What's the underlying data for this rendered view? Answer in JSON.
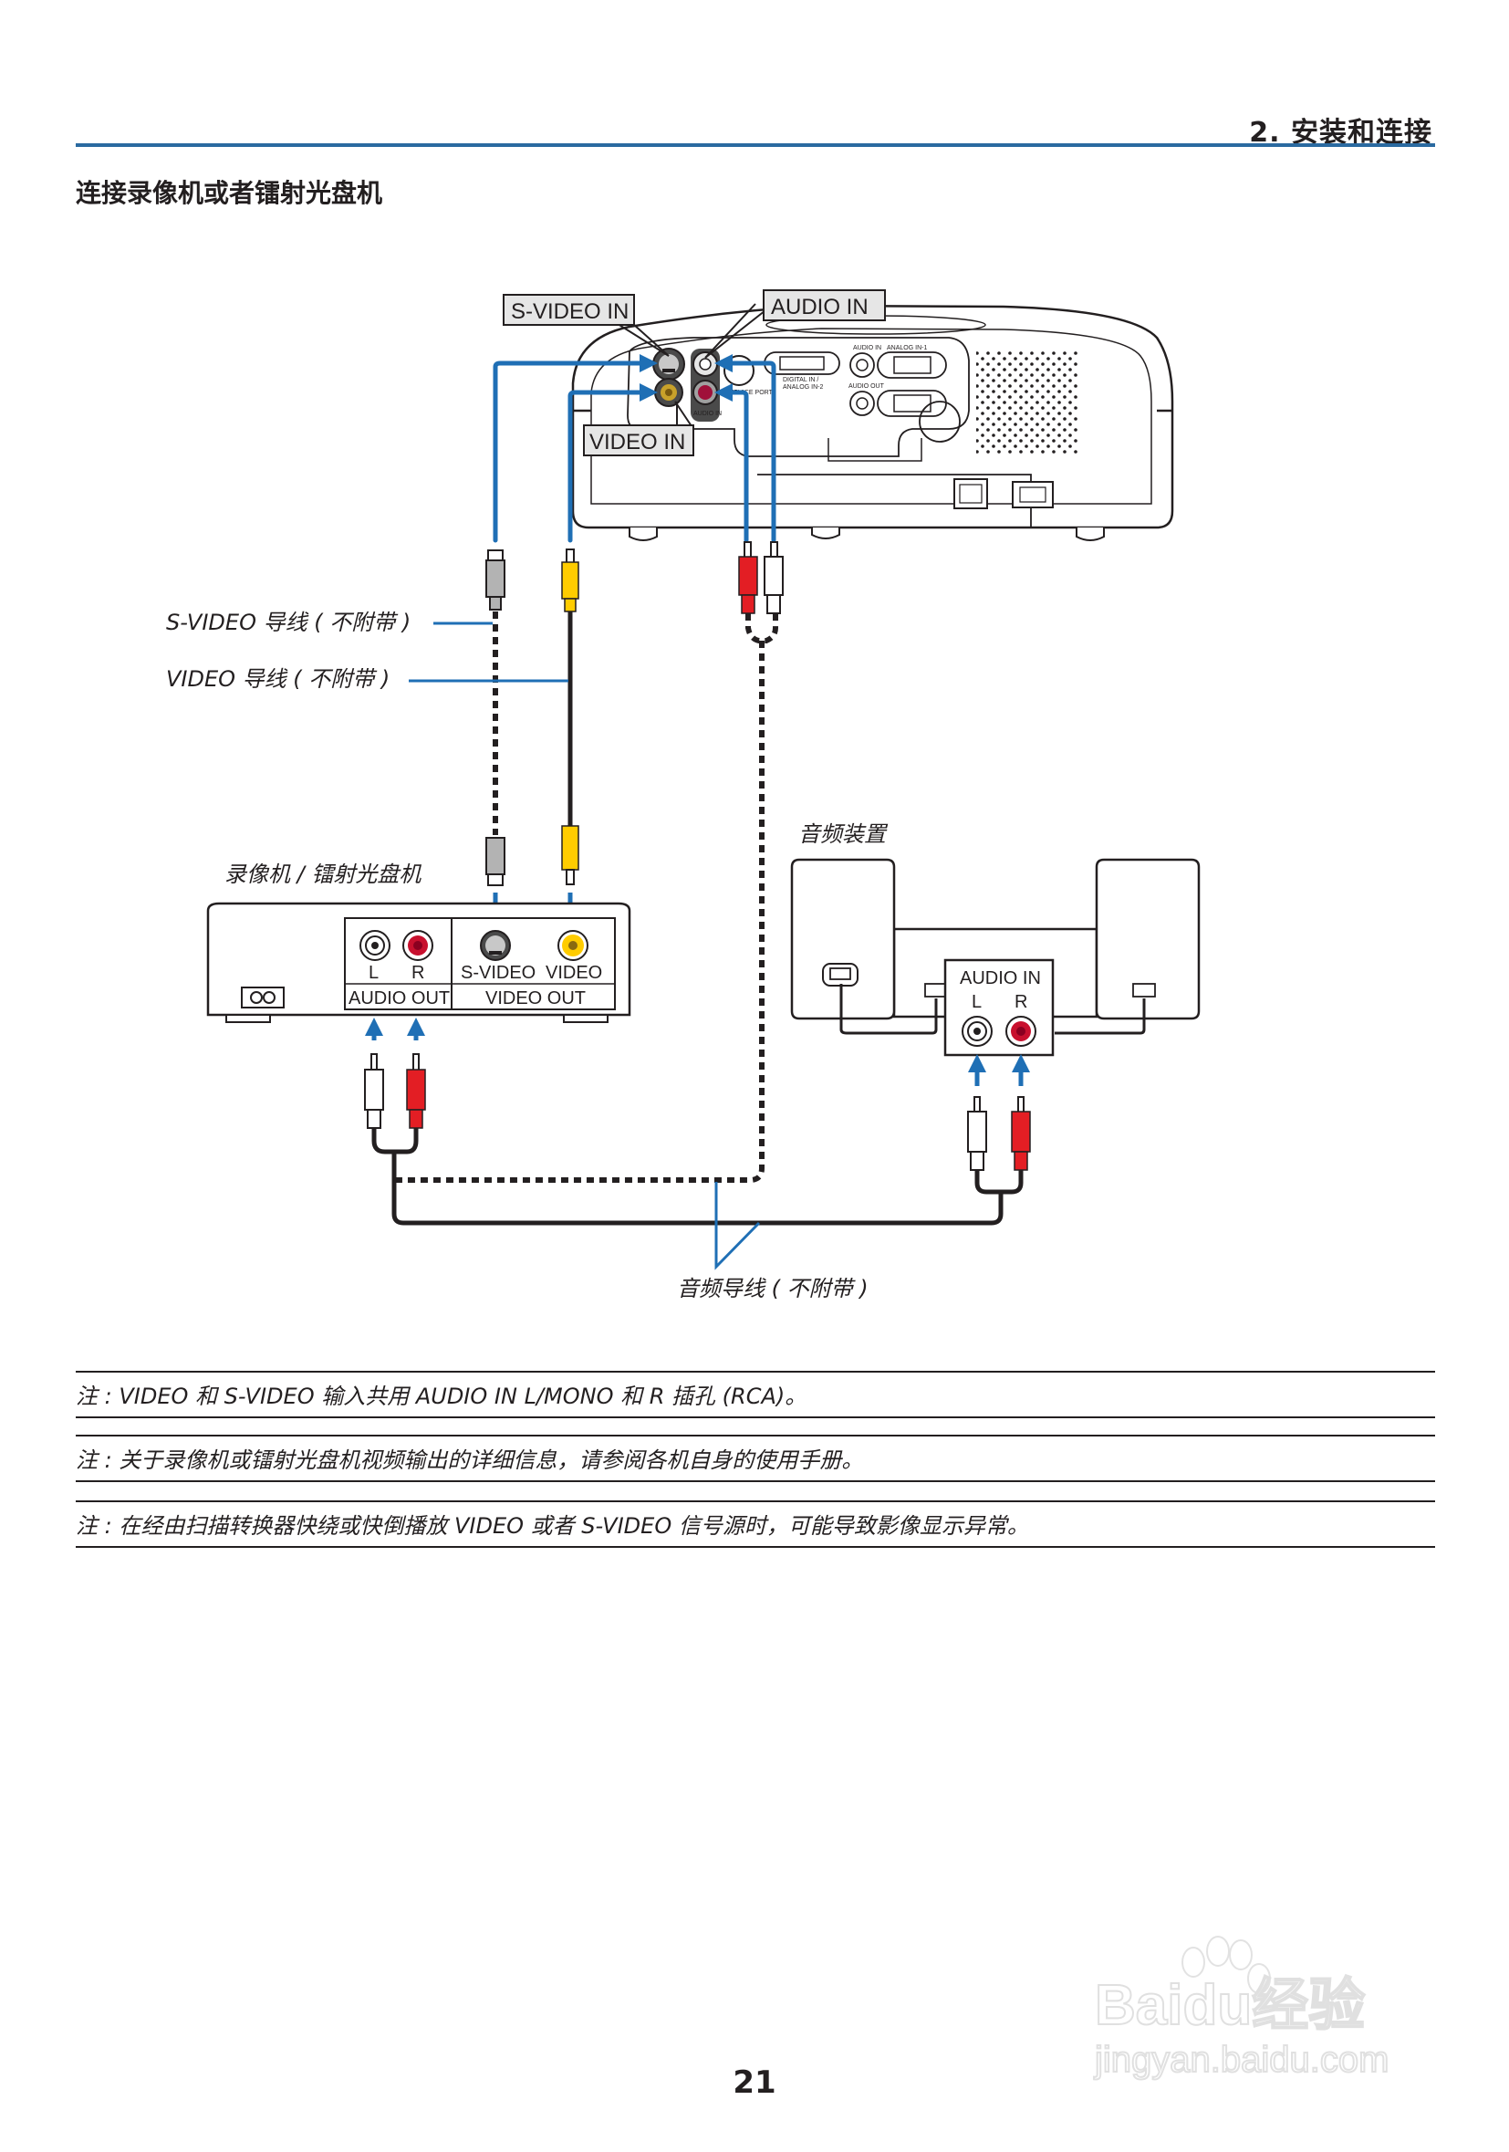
{
  "header": {
    "section": "2. 安装和连接",
    "accent_color": "#2a6aa0"
  },
  "page_heading": "连接录像机或者镭射光盘机",
  "diagram": {
    "projector": {
      "callouts": {
        "svideo_in": "S-VIDEO IN",
        "audio_in": "AUDIO IN",
        "video_in": "VIDEO IN"
      },
      "panel_labels": {
        "audio_in_small": "AUDIO IN",
        "service_port": "SERVICE PORT",
        "digital_in": "DIGITAL IN /",
        "analog_in_2": "ANALOG IN-2",
        "audio_in_2": "AUDIO IN",
        "analog_in_1": "ANALOG IN-1",
        "audio_out": "AUDIO OUT"
      }
    },
    "cable_labels": {
      "svideo_cable": "S-VIDEO 导线 ( 不附带 )",
      "video_cable": "VIDEO 导线 ( 不附带 )",
      "audio_cable": "音频导线 ( 不附带 )"
    },
    "vcr": {
      "title": "录像机 / 镭射光盘机",
      "audio_l": "L",
      "audio_r": "R",
      "audio_out": "AUDIO OUT",
      "svideo": "S-VIDEO",
      "video": "VIDEO",
      "video_out": "VIDEO OUT"
    },
    "audio_device": {
      "title": "音频装置",
      "audio_in": "AUDIO IN",
      "l": "L",
      "r": "R"
    },
    "colors": {
      "arrow_blue": "#1f6fb5",
      "plug_red": "#e31e24",
      "plug_yellow": "#ffcc00",
      "plug_gray": "#b3b3b3",
      "jack_red": "#c8102e"
    }
  },
  "notes": [
    "注 : VIDEO 和 S-VIDEO 输入共用 AUDIO IN L/MONO 和 R 插孔 (RCA)。",
    "注 : 关于录像机或镭射光盘机视频输出的详细信息，请参阅各机自身的使用手册。",
    "注 : 在经由扫描转换器快绕或快倒播放 VIDEO 或者 S-VIDEO 信号源时，可能导致影像显示异常。"
  ],
  "page_number": "21",
  "watermark": {
    "brand": "Baidu经验",
    "url": "jingyan.baidu.com"
  }
}
